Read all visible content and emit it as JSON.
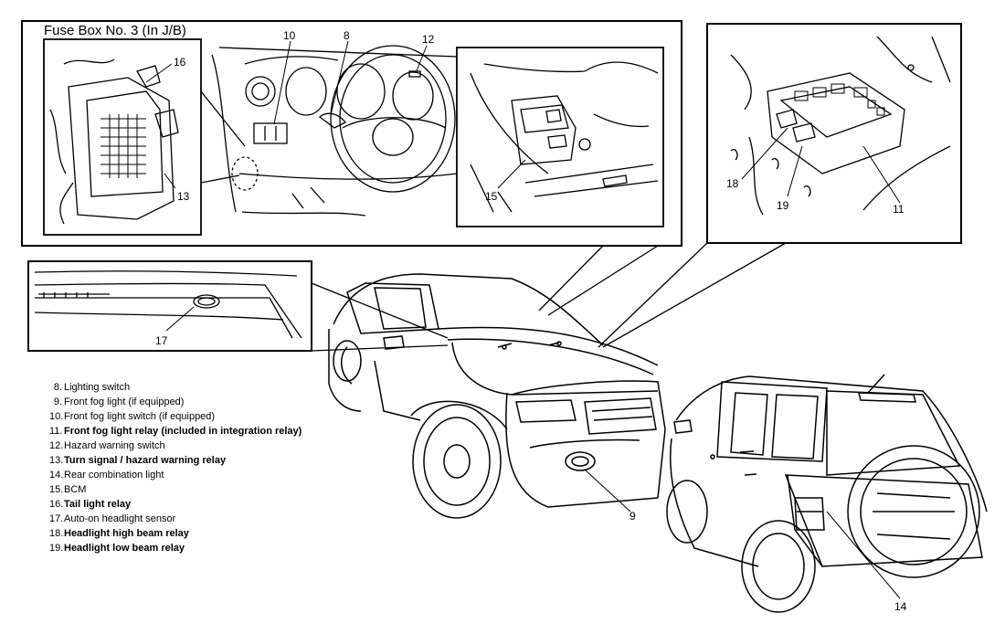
{
  "fuse_box_title": "Fuse Box No. 3 (In J/B)",
  "callouts": {
    "c8": "8",
    "c9": "9",
    "c10": "10",
    "c11": "11",
    "c12": "12",
    "c13": "13",
    "c14": "14",
    "c15": "15",
    "c16": "16",
    "c17": "17",
    "c18": "18",
    "c19": "19"
  },
  "legend": [
    {
      "num": "8.",
      "text": "Lighting switch",
      "bold": false
    },
    {
      "num": "9.",
      "text": "Front fog light (if equipped)",
      "bold": false
    },
    {
      "num": "10.",
      "text": "Front fog light switch (if equipped)",
      "bold": false
    },
    {
      "num": "11.",
      "text": "Front fog light relay (included in integration relay)",
      "bold": true
    },
    {
      "num": "12.",
      "text": "Hazard warning switch",
      "bold": false
    },
    {
      "num": "13.",
      "text": "Turn signal / hazard warning relay",
      "bold": true
    },
    {
      "num": "14.",
      "text": "Rear combination light",
      "bold": false
    },
    {
      "num": "15.",
      "text": "BCM",
      "bold": false
    },
    {
      "num": "16.",
      "text": "Tail light relay",
      "bold": true
    },
    {
      "num": "17.",
      "text": "Auto-on headlight sensor",
      "bold": false
    },
    {
      "num": "18.",
      "text": "Headlight high beam relay",
      "bold": true
    },
    {
      "num": "19.",
      "text": "Headlight low beam relay",
      "bold": true
    }
  ]
}
